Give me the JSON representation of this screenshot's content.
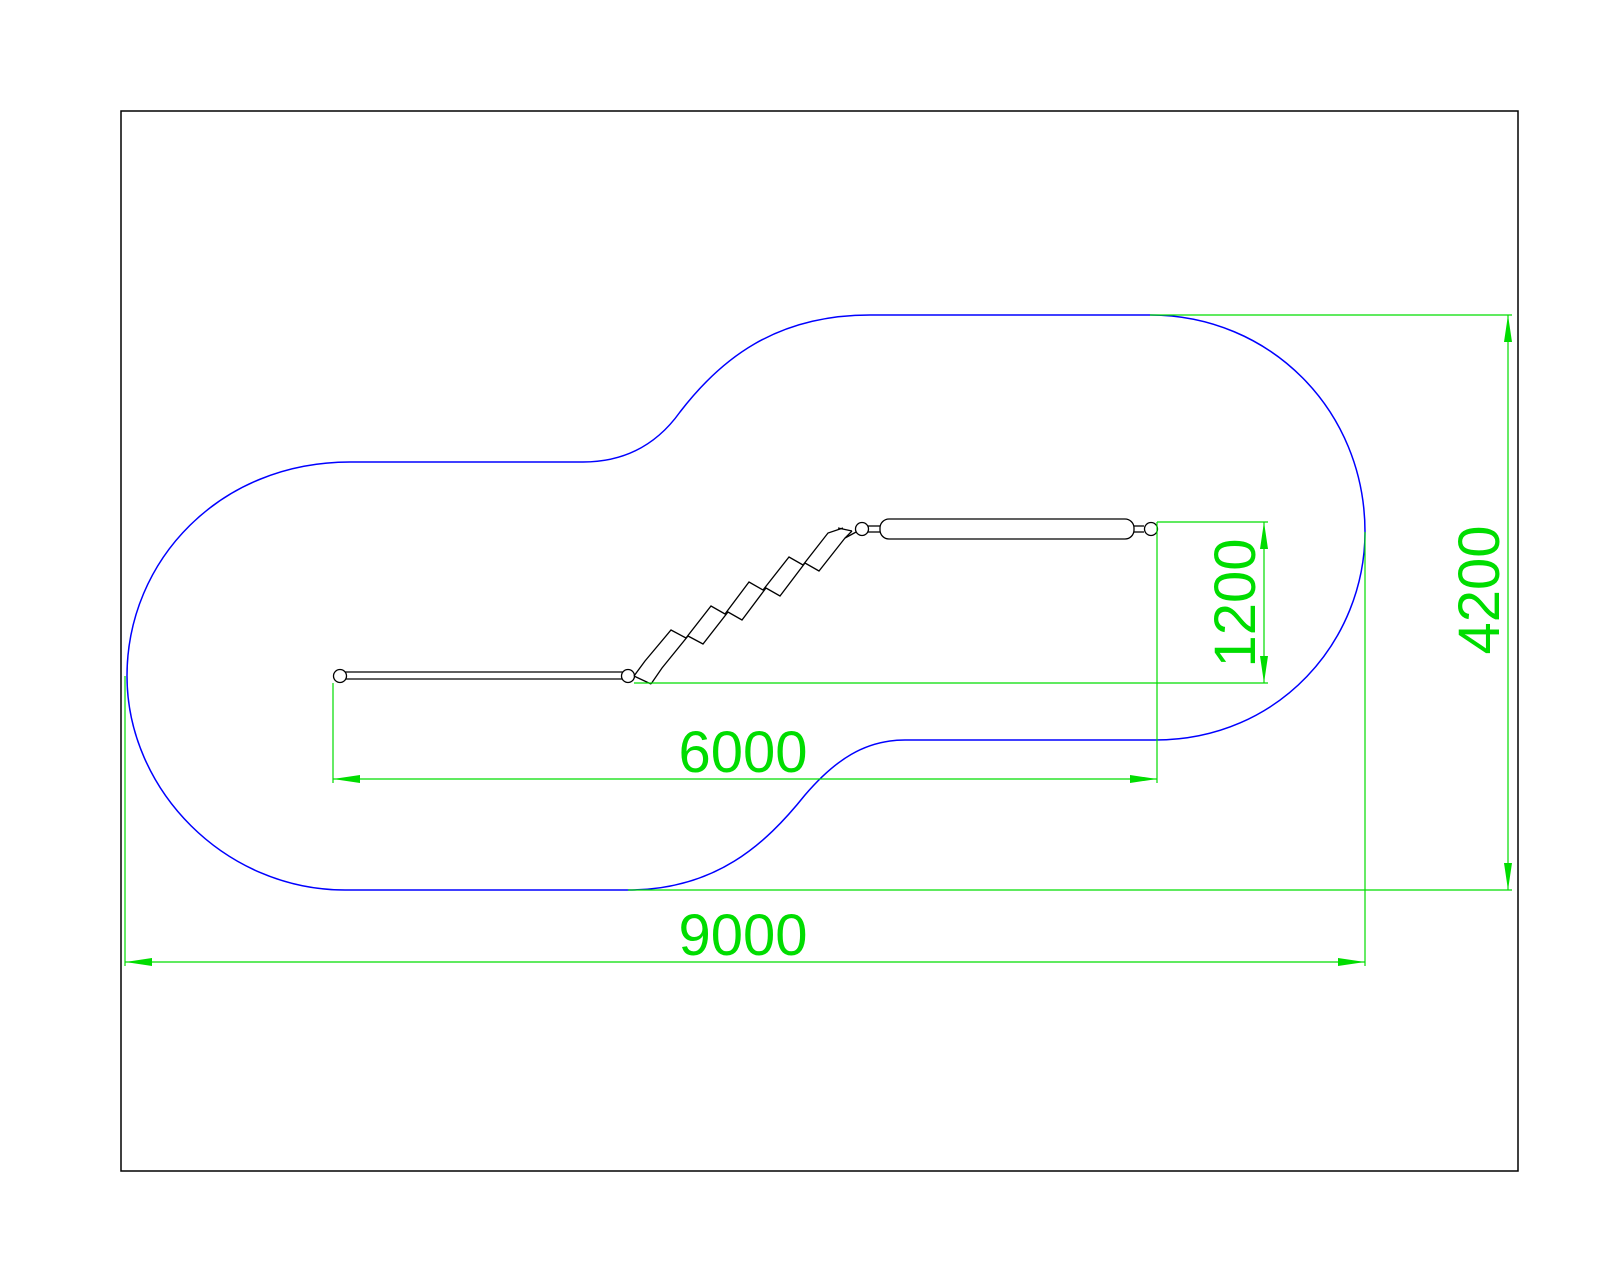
{
  "colors": {
    "frame": "#000000",
    "boundary": "#0000ff",
    "dimension": "#00dd00",
    "equipment": "#000000"
  },
  "dimensions": {
    "overall_width": "9000",
    "overall_depth": "4200",
    "equipment_length": "6000",
    "equipment_rise": "1200"
  }
}
